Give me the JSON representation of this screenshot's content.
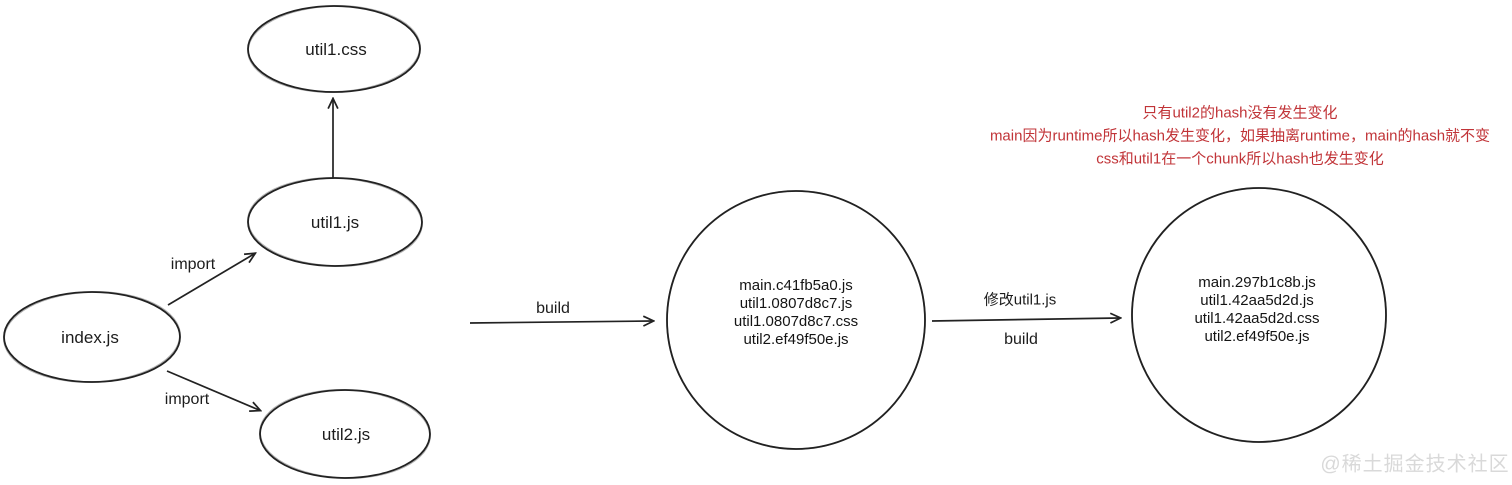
{
  "nodes": {
    "util1_css": {
      "label": "util1.css"
    },
    "util1_js": {
      "label": "util1.js"
    },
    "index_js": {
      "label": "index.js"
    },
    "util2_js": {
      "label": "util2.js"
    }
  },
  "edges": {
    "import_top": "import",
    "import_bottom": "import",
    "build_first": "build",
    "modify_label": "修改util1.js",
    "build_second": "build"
  },
  "bundles": {
    "first": {
      "files": [
        "main.c41fb5a0.js",
        "util1.0807d8c7.js",
        "util1.0807d8c7.css",
        "util2.ef49f50e.js"
      ]
    },
    "second": {
      "files": [
        "main.297b1c8b.js",
        "util1.42aa5d2d.js",
        "util1.42aa5d2d.css",
        "util2.ef49f50e.js"
      ]
    }
  },
  "annotation": {
    "color": "#c13438",
    "lines": [
      "只有util2的hash没有发生变化",
      "main因为runtime所以hash发生变化，如果抽离runtime，main的hash就不变",
      "css和util1在一个chunk所以hash也发生变化"
    ]
  },
  "watermark": {
    "text": "@稀土掘金技术社区"
  }
}
